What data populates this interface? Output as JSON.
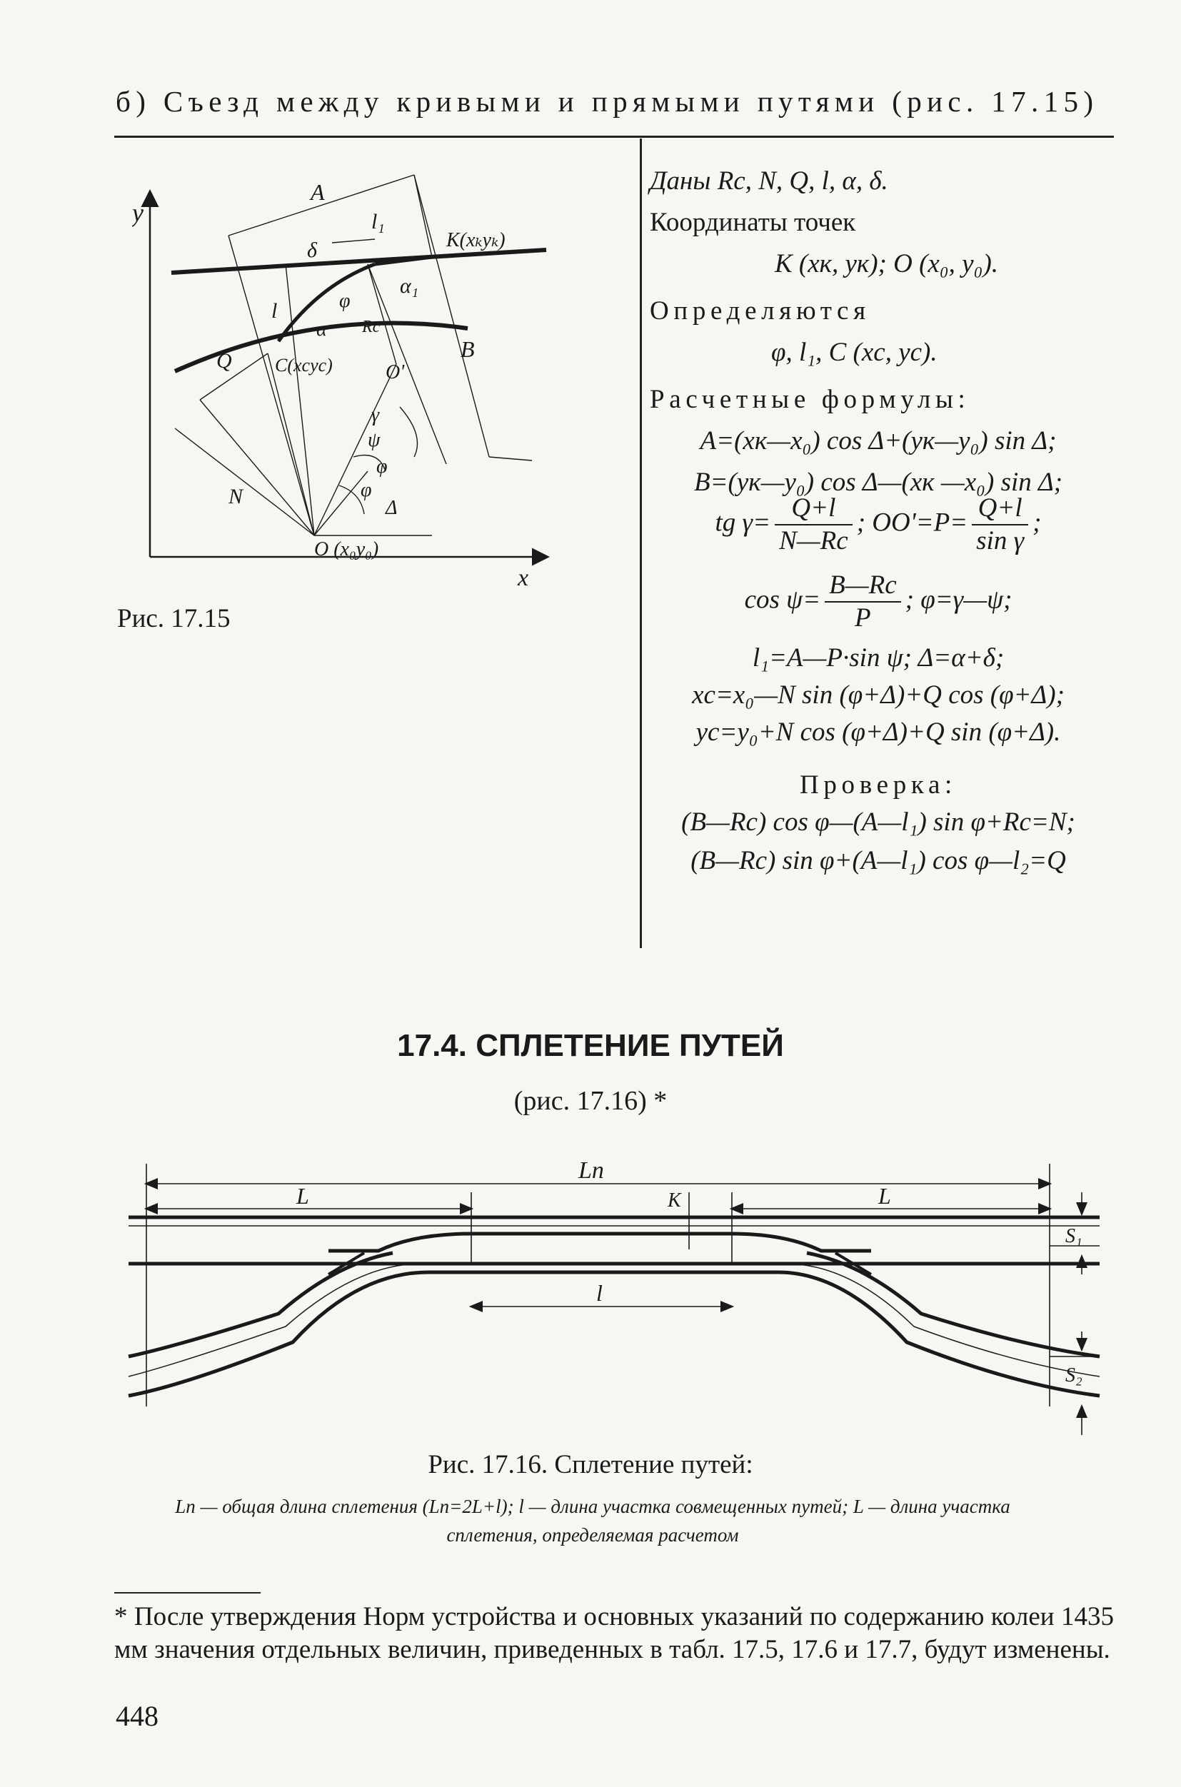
{
  "header": {
    "text": "б) Съезд между кривыми и прямыми путями (рис. 17.15)"
  },
  "figure1": {
    "caption": "Рис. 17.15",
    "labels": {
      "y": "y",
      "x": "x",
      "A": "A",
      "B": "B",
      "delta": "δ",
      "l1": "l₁",
      "K": "K(xₖyₖ)",
      "alpha1": "α₁",
      "alpha": "α",
      "phi": "φ",
      "l": "l",
      "Rc": "Rc",
      "Q": "Q",
      "C": "C(xcyc)",
      "Oprime": "O'",
      "gamma": "γ",
      "psi": "ψ",
      "phi2": "φ",
      "phi3": "φ",
      "N": "N",
      "Delta": "Δ",
      "O": "O (x₀y₀)"
    }
  },
  "right_column": {
    "given": "Даны Rc, N, Q, l, α, δ.",
    "coords_title": "Координаты точек",
    "coords": "K (xк, yк); O (x₀, y₀).",
    "determined_title": "Определяются",
    "determined": "φ, l₁, C (xc, yc).",
    "formulas_title": "Расчетные формулы:",
    "f_A": "A=(xк—x₀) cos Δ+(yк—y₀) sin Δ;",
    "f_B": "B=(yк—y₀) cos Δ—(xк —x₀) sin Δ;",
    "f_tg_lhs": "tg γ=",
    "f_tg_num": "Q+l",
    "f_tg_den": "N—Rc",
    "f_tg_mid": "; OO'=P=",
    "f_P_num": "Q+l",
    "f_P_den": "sin γ",
    "f_tg_end": ";",
    "f_cos_lhs": "cos ψ=",
    "f_cos_num": "B—Rc",
    "f_cos_den": "P",
    "f_cos_end": ";     φ=γ—ψ;",
    "f_l1": "l₁=A—P·sin ψ; Δ=α+δ;",
    "f_xc": "xc=x₀—N sin (φ+Δ)+Q cos (φ+Δ);",
    "f_yc": "yc=y₀+N cos (φ+Δ)+Q sin (φ+Δ).",
    "check_title": "Проверка:",
    "check1": "(B—Rc) cos φ—(A—l₁) sin φ+Rc=N;",
    "check2": "(B—Rc) sin φ+(A—l₁) cos φ—l₂=Q"
  },
  "section": {
    "title": "17.4. СПЛЕТЕНИЕ ПУТЕЙ",
    "subtitle": "(рис. 17.16) *"
  },
  "figure2": {
    "labels": {
      "Ln": "Lп",
      "L_left": "L",
      "L_right": "L",
      "K": "K",
      "l": "l",
      "S1": "S₁",
      "S2": "S₂"
    },
    "caption": "Рис. 17.16. Сплетение путей:",
    "legend": "Lп — общая длина сплетения (Lп=2L+l); l — длина участка совмещенных путей; L — длина участка сплетения, определяемая расчетом"
  },
  "footnote": "* После утверждения Норм устройства и основных указаний по содержанию колеи 1435 мм значения отдельных величин, приведенных в табл. 17.5, 17.6 и 17.7, будут изменены.",
  "page_number": "448"
}
